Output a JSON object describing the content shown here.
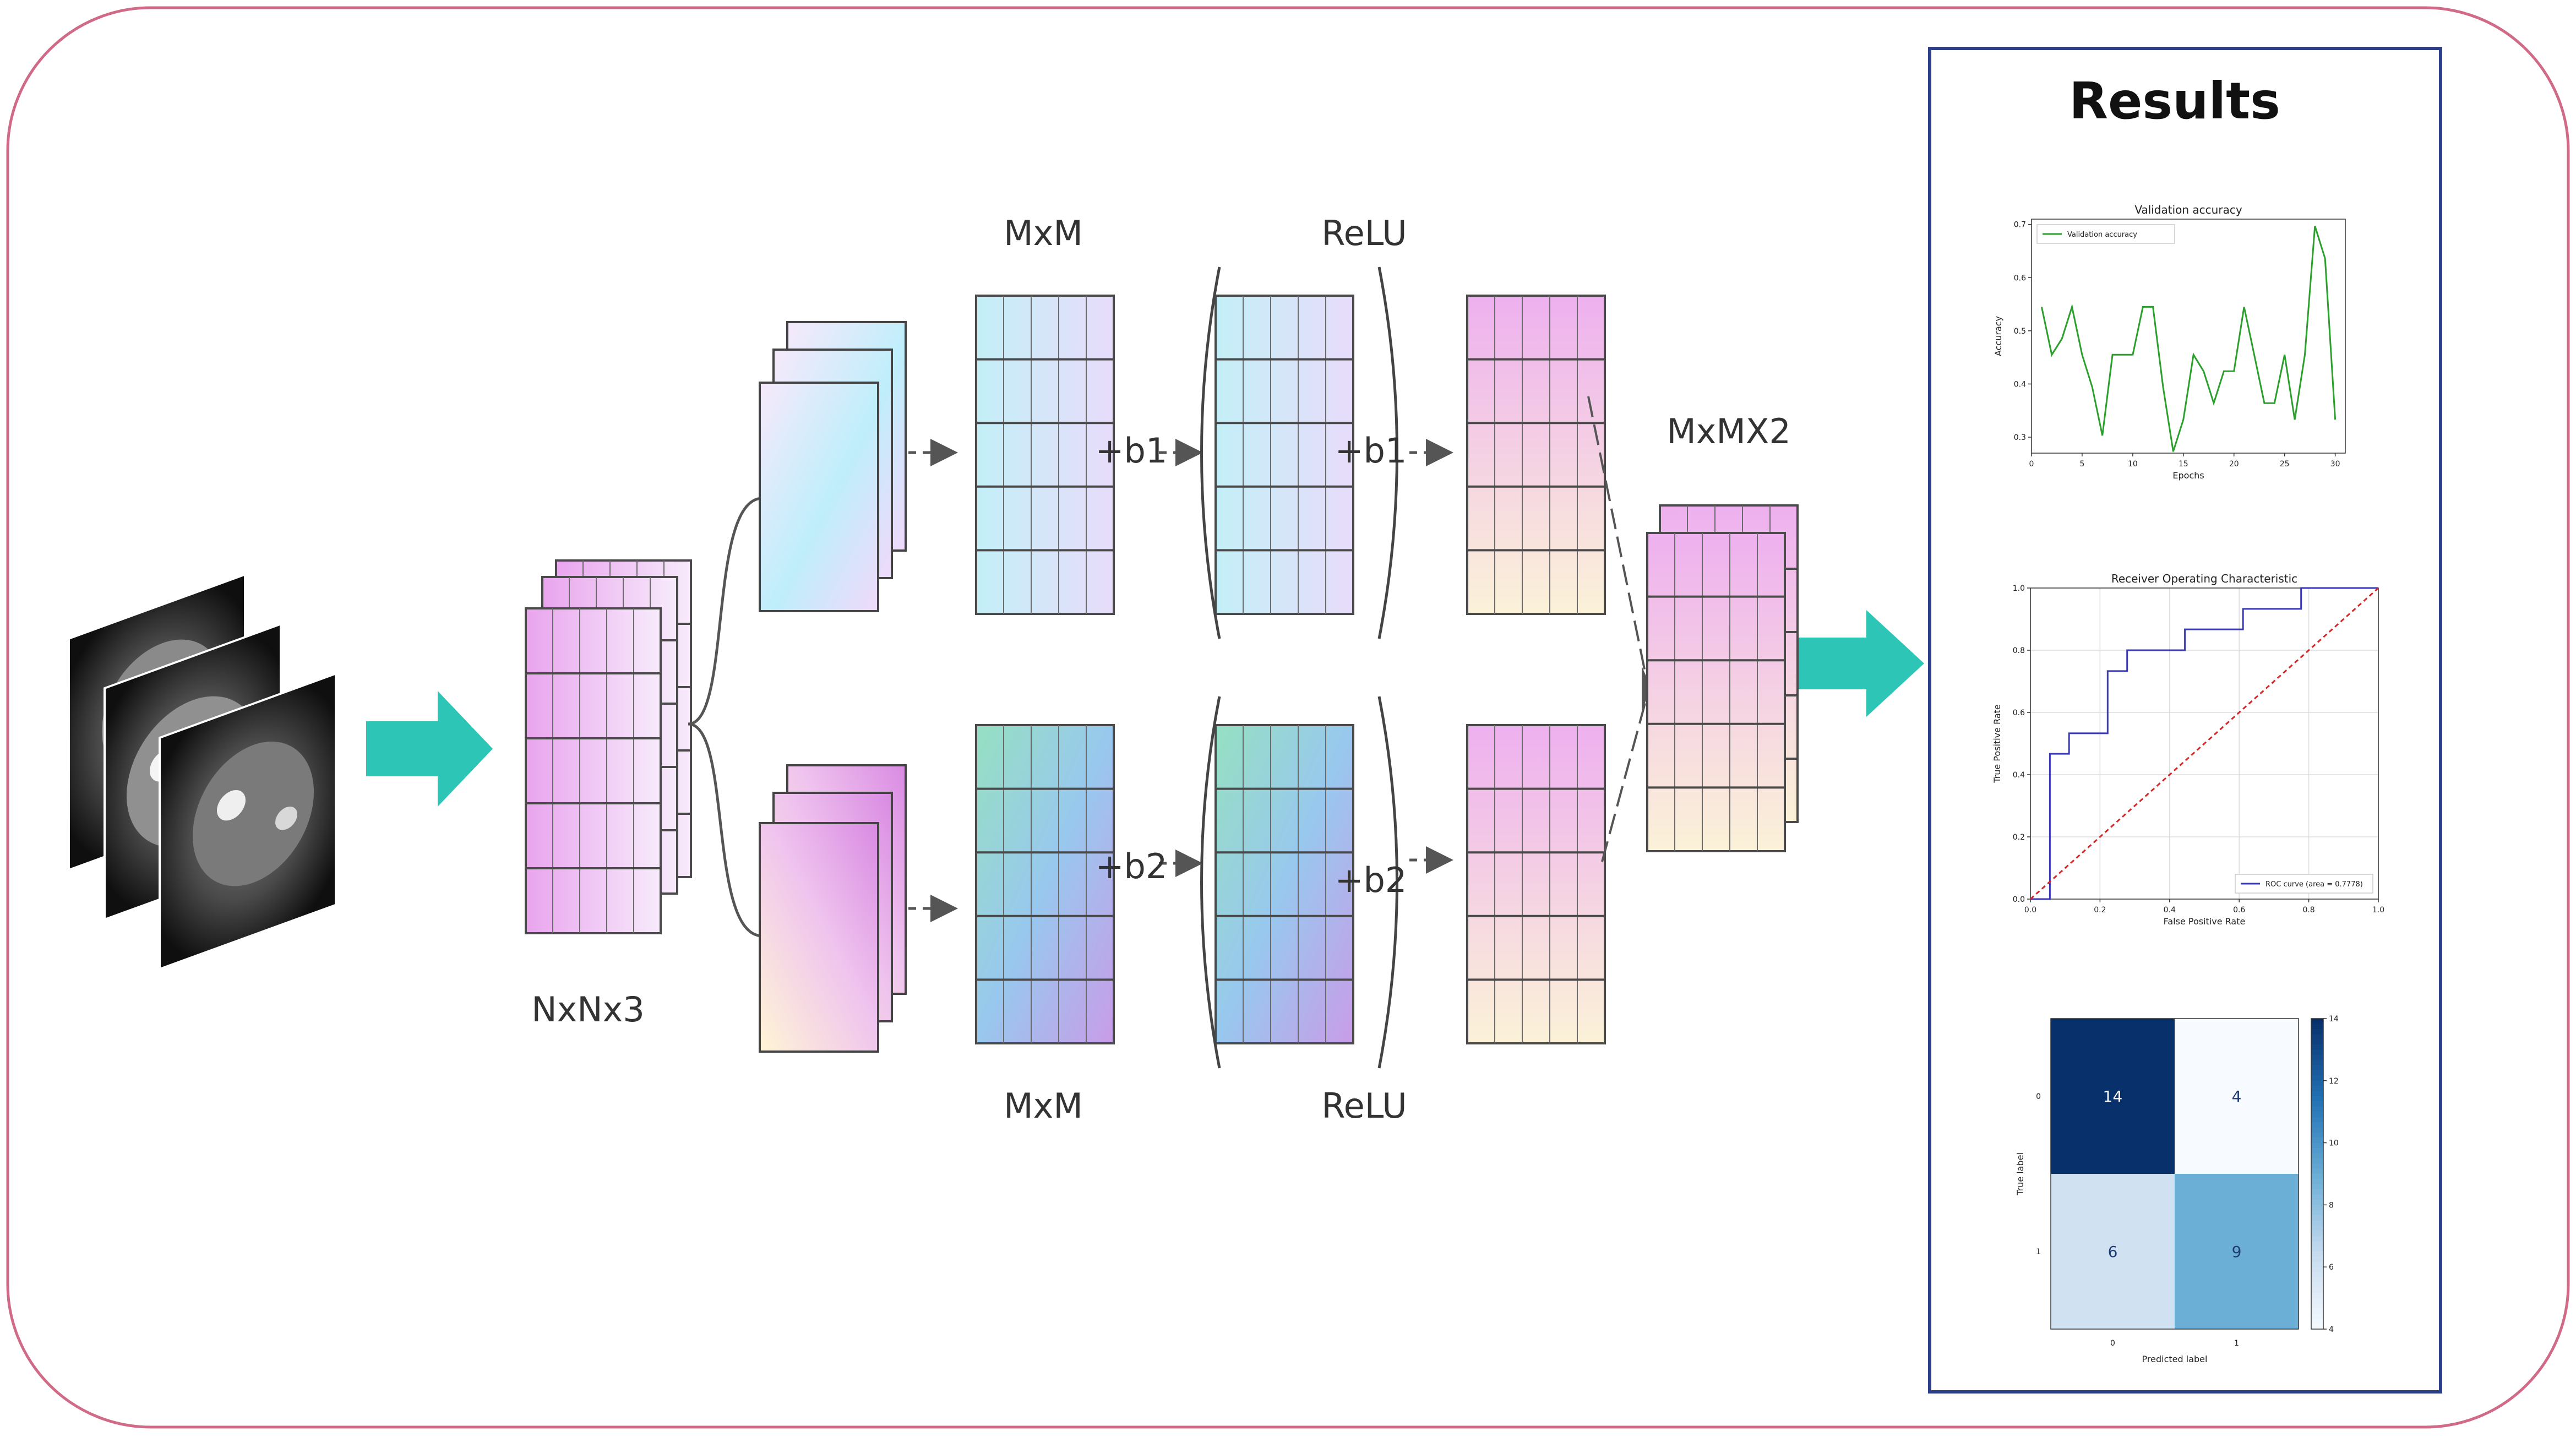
{
  "diagram": {
    "labels": {
      "input_volume": "NxNx3",
      "mxm_top": "MxM",
      "mxm_bottom": "MxM",
      "relu_top": "ReLU",
      "relu_bottom": "ReLU",
      "bias_top_1": "+b1",
      "bias_top_2": "+b1",
      "bias_bottom_1": "+b2",
      "bias_bottom_2": "+b2",
      "output_volume": "MxMX2"
    },
    "results_title": "Results",
    "colors": {
      "frame_border": "#d06a86",
      "results_border": "#2e3f8a",
      "arrow_teal": "#2dc5b5",
      "grid_line": "#4a4a4a"
    }
  },
  "chart_data": [
    {
      "type": "line",
      "title": "Validation accuracy",
      "xlabel": "Epochs",
      "ylabel": "Accuracy",
      "xlim": [
        0,
        31
      ],
      "ylim": [
        0.27,
        0.71
      ],
      "xticks": [
        0,
        5,
        10,
        15,
        20,
        25,
        30
      ],
      "yticks": [
        0.3,
        0.4,
        0.5,
        0.6,
        0.7
      ],
      "legend": "top-left",
      "grid": false,
      "series": [
        {
          "name": "Validation accuracy",
          "color": "#2ca02c",
          "x": [
            1,
            2,
            3,
            4,
            5,
            6,
            7,
            8,
            9,
            10,
            11,
            12,
            13,
            14,
            15,
            16,
            17,
            18,
            19,
            20,
            21,
            22,
            23,
            24,
            25,
            26,
            27,
            28,
            29,
            30
          ],
          "values": [
            0.545,
            0.455,
            0.485,
            0.545,
            0.455,
            0.394,
            0.303,
            0.455,
            0.455,
            0.455,
            0.545,
            0.545,
            0.394,
            0.273,
            0.333,
            0.455,
            0.424,
            0.364,
            0.424,
            0.424,
            0.545,
            0.455,
            0.364,
            0.364,
            0.455,
            0.333,
            0.455,
            0.697,
            0.636,
            0.333
          ]
        }
      ]
    },
    {
      "type": "line",
      "title": "Receiver Operating Characteristic",
      "xlabel": "False Positive Rate",
      "ylabel": "True Positive Rate",
      "xlim": [
        0,
        1
      ],
      "ylim": [
        0,
        1
      ],
      "xticks": [
        0.0,
        0.2,
        0.4,
        0.6,
        0.8,
        1.0
      ],
      "yticks": [
        0.0,
        0.2,
        0.4,
        0.6,
        0.8,
        1.0
      ],
      "grid": true,
      "legend": "bottom-right",
      "series": [
        {
          "name": "ROC curve (area = 0.7778)",
          "color": "#3b3bb8",
          "x": [
            0.0,
            0.056,
            0.056,
            0.056,
            0.111,
            0.111,
            0.222,
            0.222,
            0.278,
            0.278,
            0.444,
            0.444,
            0.611,
            0.611,
            0.778,
            0.778,
            1.0
          ],
          "values": [
            0.0,
            0.0,
            0.067,
            0.467,
            0.467,
            0.533,
            0.533,
            0.733,
            0.733,
            0.8,
            0.8,
            0.867,
            0.867,
            0.933,
            0.933,
            1.0,
            1.0
          ]
        },
        {
          "color": "#d62728",
          "style": "dashed",
          "x": [
            0,
            1
          ],
          "values": [
            0,
            1
          ]
        }
      ]
    },
    {
      "type": "heatmap",
      "xlabel": "Predicted label",
      "ylabel": "True label",
      "x_categories": [
        "0",
        "1"
      ],
      "y_categories": [
        "0",
        "1"
      ],
      "values": [
        [
          14,
          4
        ],
        [
          6,
          9
        ]
      ],
      "colorbar": {
        "min": 4,
        "max": 14,
        "ticks": [
          4,
          6,
          8,
          10,
          12,
          14
        ]
      },
      "colormap": "Blues"
    }
  ]
}
